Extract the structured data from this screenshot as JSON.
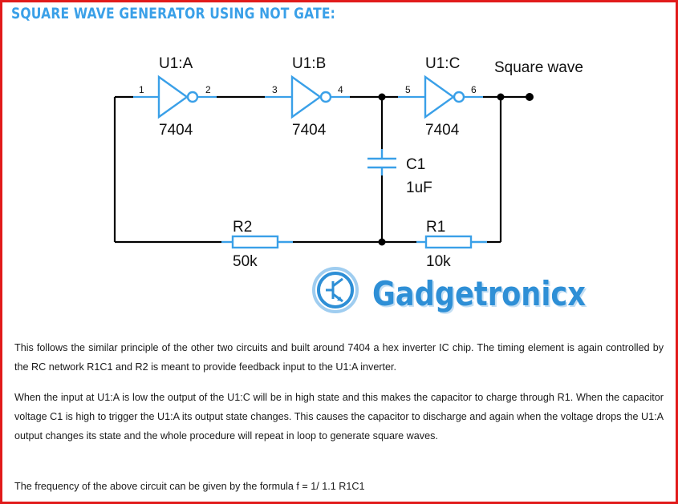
{
  "title": "SQUARE WAVE GENERATOR USING NOT GATE:",
  "colors": {
    "title": "#3aa0e8",
    "border": "#e11b1b",
    "component": "#3aa0e8",
    "wire": "#000000",
    "logo": "#2e8fd6"
  },
  "circuit": {
    "gates": [
      {
        "ref": "U1:A",
        "part": "7404",
        "pin_in": "1",
        "pin_out": "2"
      },
      {
        "ref": "U1:B",
        "part": "7404",
        "pin_in": "3",
        "pin_out": "4"
      },
      {
        "ref": "U1:C",
        "part": "7404",
        "pin_in": "5",
        "pin_out": "6"
      }
    ],
    "capacitor": {
      "ref": "C1",
      "value": "1uF"
    },
    "resistors": [
      {
        "ref": "R2",
        "value": "50k"
      },
      {
        "ref": "R1",
        "value": "10k"
      }
    ],
    "output_label": "Square wave"
  },
  "logo": {
    "text": "Gadgetronicx",
    "icon": "transistor-icon"
  },
  "paragraphs": [
    "This follows the similar principle of the other two circuits and built around 7404 a hex inverter IC chip. The timing element is again controlled by the RC network R1C1 and R2 is meant to provide feedback input to the U1:A inverter.",
    "When the input at U1:A is low the output of the U1:C will be in high state and this makes the capacitor to charge through R1. When the capacitor voltage C1 is high to trigger the U1:A its output state changes. This causes the capacitor to discharge and again when the voltage drops the U1:A output changes its state and the whole procedure will repeat in loop to generate square waves.",
    "The frequency of the above circuit can be given by the formula f = 1/ 1.1 R1C1"
  ]
}
